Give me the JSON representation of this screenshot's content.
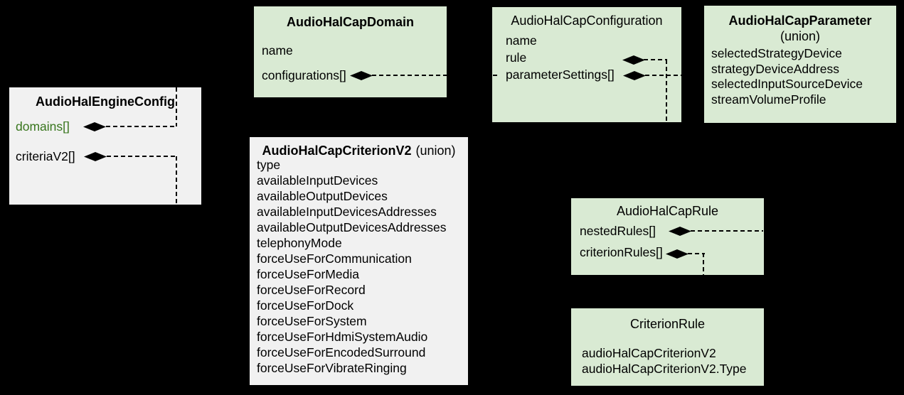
{
  "diagram": {
    "background": "#000000",
    "colors": {
      "box_green_fill": "#d9ead3",
      "box_gray_fill": "#f1f1f1",
      "text": "#000000",
      "accent_field_text": "#38761d",
      "connector": "#000000"
    },
    "boxes": {
      "engine": {
        "title": "AudioHalEngineConfig",
        "fields": [
          {
            "label": "domains[]"
          },
          {
            "label": "criteriaV2[]"
          }
        ]
      },
      "domain": {
        "title": "AudioHalCapDomain",
        "fields": [
          {
            "label": "name"
          },
          {
            "label": "configurations[]"
          }
        ]
      },
      "configuration": {
        "title": "AudioHalCapConfiguration",
        "fields": [
          {
            "label": "name"
          },
          {
            "label": "rule"
          },
          {
            "label": "parameterSettings[]"
          }
        ]
      },
      "parameter": {
        "title": "AudioHalCapParameter",
        "subtitle": "(union)",
        "fields": [
          {
            "label": "selectedStrategyDevice"
          },
          {
            "label": "strategyDeviceAddress"
          },
          {
            "label": "selectedInputSourceDevice"
          },
          {
            "label": "streamVolumeProfile"
          }
        ]
      },
      "criterion_v2": {
        "title": "AudioHalCapCriterionV2",
        "title_note": "(union)",
        "fields": [
          {
            "label": "type"
          },
          {
            "label": "availableInputDevices"
          },
          {
            "label": "availableOutputDevices"
          },
          {
            "label": "availableInputDevicesAddresses"
          },
          {
            "label": "availableOutputDevicesAddresses"
          },
          {
            "label": "telephonyMode"
          },
          {
            "label": "forceUseForCommunication"
          },
          {
            "label": "forceUseForMedia"
          },
          {
            "label": "forceUseForRecord"
          },
          {
            "label": "forceUseForDock"
          },
          {
            "label": "forceUseForSystem"
          },
          {
            "label": "forceUseForHdmiSystemAudio"
          },
          {
            "label": "forceUseForEncodedSurround"
          },
          {
            "label": "forceUseForVibrateRinging"
          }
        ]
      },
      "rule": {
        "title": "AudioHalCapRule",
        "fields": [
          {
            "label": "nestedRules[]"
          },
          {
            "label": "criterionRules[]"
          }
        ]
      },
      "criterion_rule": {
        "title": "CriterionRule",
        "fields": [
          {
            "label": "audioHalCapCriterionV2"
          },
          {
            "label": "audioHalCapCriterionV2.Type"
          }
        ]
      }
    }
  }
}
